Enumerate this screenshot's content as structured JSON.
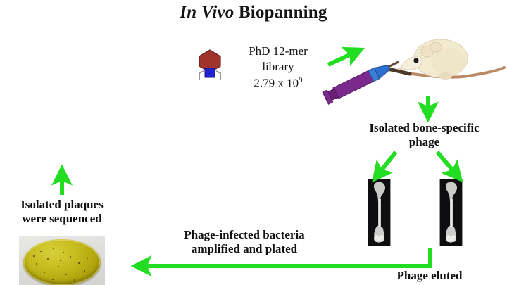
{
  "figure": {
    "title_italic": "In Vivo",
    "title_roman": " Biopanning",
    "accent_arrow_color": "#22dd22"
  },
  "library": {
    "line1": "PhD 12-mer",
    "line2": "library",
    "line3_base": "2.79 x 10",
    "line3_exponent": "9",
    "phage_head_color": "#a0342c",
    "phage_body_color": "#2222cc",
    "phage_leg_color": "#9a9a9a"
  },
  "mouse": {
    "animal": "white laboratory mouse",
    "syringe_barrel_color": "#7a2a8c",
    "syringe_tip_color": "#2f6fd0"
  },
  "steps": {
    "isolated_phage": "Isolated bone-specific\nphage",
    "infected_bacteria": "Phage-infected bacteria\namplified and plated",
    "phage_eluted": "Phage eluted",
    "isolated_plaques": "Isolated plaques\nwere sequenced"
  },
  "bones": {
    "left_label": "femur X-ray",
    "right_label": "femur X-ray"
  },
  "petri": {
    "label": "agar plate with plaques",
    "agar_color": "#b9ac16"
  },
  "arrows": {
    "inject": "arrow-to-mouse",
    "down_from_mouse": "arrow-down-from-mouse",
    "split_left": "arrow-to-left-bone",
    "split_right": "arrow-to-right-bone",
    "elution_path": "arrow-bones-to-plate",
    "up_to_sequencing": "arrow-plate-to-sequencing"
  }
}
